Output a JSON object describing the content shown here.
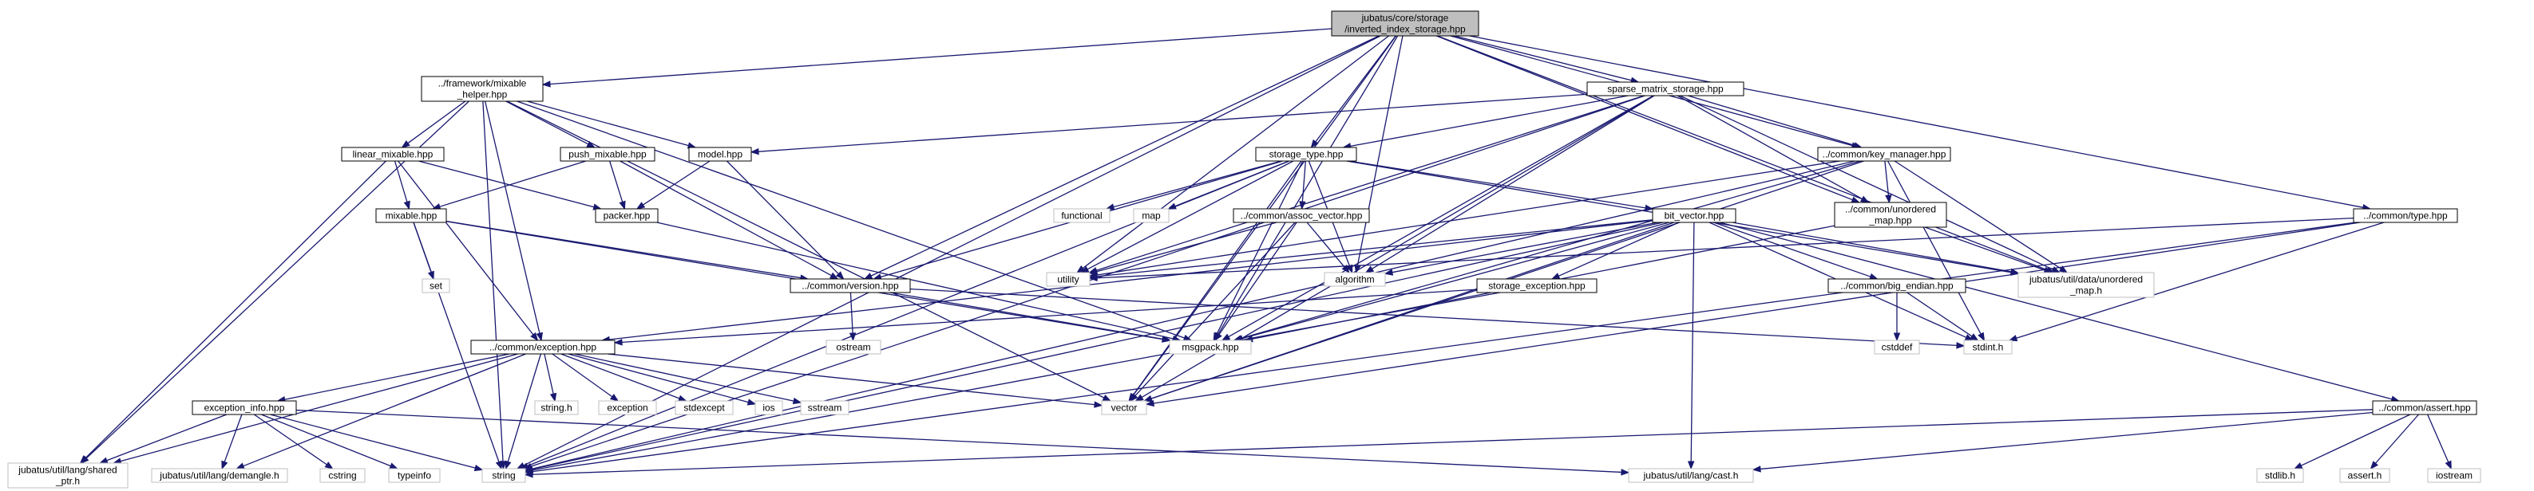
{
  "nodes": [
    {
      "id": "root",
      "lines": [
        "jubatus/core/storage",
        "/inverted_index_storage.hpp"
      ],
      "kind": "root"
    },
    {
      "id": "mixable_helper",
      "lines": [
        "../framework/mixable",
        "_helper.hpp"
      ],
      "kind": "file"
    },
    {
      "id": "sparse_matrix",
      "lines": [
        "sparse_matrix_storage.hpp"
      ],
      "kind": "file"
    },
    {
      "id": "linear_mixable",
      "lines": [
        "linear_mixable.hpp"
      ],
      "kind": "file"
    },
    {
      "id": "push_mixable",
      "lines": [
        "push_mixable.hpp"
      ],
      "kind": "file"
    },
    {
      "id": "model",
      "lines": [
        "model.hpp"
      ],
      "kind": "file"
    },
    {
      "id": "storage_type",
      "lines": [
        "storage_type.hpp"
      ],
      "kind": "file"
    },
    {
      "id": "key_manager",
      "lines": [
        "../common/key_manager.hpp"
      ],
      "kind": "file"
    },
    {
      "id": "common_type",
      "lines": [
        "../common/type.hpp"
      ],
      "kind": "file"
    },
    {
      "id": "mixable",
      "lines": [
        "mixable.hpp"
      ],
      "kind": "file"
    },
    {
      "id": "packer",
      "lines": [
        "packer.hpp"
      ],
      "kind": "file"
    },
    {
      "id": "functional",
      "lines": [
        "functional"
      ],
      "kind": "ext"
    },
    {
      "id": "map",
      "lines": [
        "map"
      ],
      "kind": "ext"
    },
    {
      "id": "assoc_vector",
      "lines": [
        "../common/assoc_vector.hpp"
      ],
      "kind": "file"
    },
    {
      "id": "unordered_map_hpp",
      "lines": [
        "../common/unordered",
        "_map.hpp"
      ],
      "kind": "file"
    },
    {
      "id": "bit_vector",
      "lines": [
        "bit_vector.hpp"
      ],
      "kind": "file"
    },
    {
      "id": "set",
      "lines": [
        "set"
      ],
      "kind": "ext"
    },
    {
      "id": "version",
      "lines": [
        "../common/version.hpp"
      ],
      "kind": "file"
    },
    {
      "id": "utility",
      "lines": [
        "utility"
      ],
      "kind": "ext"
    },
    {
      "id": "algorithm",
      "lines": [
        "algorithm"
      ],
      "kind": "ext"
    },
    {
      "id": "storage_exception",
      "lines": [
        "storage_exception.hpp"
      ],
      "kind": "file"
    },
    {
      "id": "big_endian",
      "lines": [
        "../common/big_endian.hpp"
      ],
      "kind": "file"
    },
    {
      "id": "data_unordered_map",
      "lines": [
        "jubatus/util/data/unordered",
        "_map.h"
      ],
      "kind": "ext"
    },
    {
      "id": "ostream",
      "lines": [
        "ostream"
      ],
      "kind": "ext"
    },
    {
      "id": "exception_hpp",
      "lines": [
        "../common/exception.hpp"
      ],
      "kind": "file"
    },
    {
      "id": "msgpack",
      "lines": [
        "msgpack.hpp"
      ],
      "kind": "ext"
    },
    {
      "id": "cstddef",
      "lines": [
        "cstddef"
      ],
      "kind": "ext"
    },
    {
      "id": "stdint",
      "lines": [
        "stdint.h"
      ],
      "kind": "ext"
    },
    {
      "id": "string_h",
      "lines": [
        "string.h"
      ],
      "kind": "ext"
    },
    {
      "id": "exception",
      "lines": [
        "exception"
      ],
      "kind": "ext"
    },
    {
      "id": "stdexcept",
      "lines": [
        "stdexcept"
      ],
      "kind": "ext"
    },
    {
      "id": "ios",
      "lines": [
        "ios"
      ],
      "kind": "ext"
    },
    {
      "id": "sstream",
      "lines": [
        "sstream"
      ],
      "kind": "ext"
    },
    {
      "id": "vector",
      "lines": [
        "vector"
      ],
      "kind": "ext"
    },
    {
      "id": "exception_info",
      "lines": [
        "exception_info.hpp"
      ],
      "kind": "file"
    },
    {
      "id": "assert_hpp",
      "lines": [
        "../common/assert.hpp"
      ],
      "kind": "file"
    },
    {
      "id": "shared_ptr",
      "lines": [
        "jubatus/util/lang/shared",
        "_ptr.h"
      ],
      "kind": "ext"
    },
    {
      "id": "demangle",
      "lines": [
        "jubatus/util/lang/demangle.h"
      ],
      "kind": "ext"
    },
    {
      "id": "cstring",
      "lines": [
        "cstring"
      ],
      "kind": "ext"
    },
    {
      "id": "typeinfo",
      "lines": [
        "typeinfo"
      ],
      "kind": "ext"
    },
    {
      "id": "string",
      "lines": [
        "string"
      ],
      "kind": "ext"
    },
    {
      "id": "cast",
      "lines": [
        "jubatus/util/lang/cast.h"
      ],
      "kind": "ext"
    },
    {
      "id": "stdlib",
      "lines": [
        "stdlib.h"
      ],
      "kind": "ext"
    },
    {
      "id": "assert_h",
      "lines": [
        "assert.h"
      ],
      "kind": "ext"
    },
    {
      "id": "iostream",
      "lines": [
        "iostream"
      ],
      "kind": "ext"
    }
  ],
  "edges": [
    [
      "root",
      "mixable_helper"
    ],
    [
      "root",
      "sparse_matrix"
    ],
    [
      "root",
      "storage_type"
    ],
    [
      "root",
      "key_manager"
    ],
    [
      "root",
      "common_type"
    ],
    [
      "root",
      "unordered_map_hpp"
    ],
    [
      "root",
      "version"
    ],
    [
      "root",
      "utility"
    ],
    [
      "root",
      "msgpack"
    ],
    [
      "root",
      "vector"
    ],
    [
      "root",
      "string"
    ],
    [
      "root",
      "data_unordered_map"
    ],
    [
      "root",
      "algorithm"
    ],
    [
      "mixable_helper",
      "linear_mixable"
    ],
    [
      "mixable_helper",
      "push_mixable"
    ],
    [
      "mixable_helper",
      "model"
    ],
    [
      "mixable_helper",
      "exception_hpp"
    ],
    [
      "mixable_helper",
      "shared_ptr"
    ],
    [
      "mixable_helper",
      "string"
    ],
    [
      "mixable_helper",
      "vector"
    ],
    [
      "mixable_helper",
      "msgpack"
    ],
    [
      "linear_mixable",
      "mixable"
    ],
    [
      "linear_mixable",
      "packer"
    ],
    [
      "linear_mixable",
      "shared_ptr"
    ],
    [
      "linear_mixable",
      "exception_hpp"
    ],
    [
      "push_mixable",
      "mixable"
    ],
    [
      "push_mixable",
      "packer"
    ],
    [
      "push_mixable",
      "version"
    ],
    [
      "model",
      "packer"
    ],
    [
      "model",
      "version"
    ],
    [
      "mixable",
      "version"
    ],
    [
      "mixable",
      "set"
    ],
    [
      "mixable",
      "string"
    ],
    [
      "mixable",
      "msgpack"
    ],
    [
      "packer",
      "msgpack"
    ],
    [
      "sparse_matrix",
      "storage_type"
    ],
    [
      "sparse_matrix",
      "key_manager"
    ],
    [
      "sparse_matrix",
      "unordered_map_hpp"
    ],
    [
      "sparse_matrix",
      "model"
    ],
    [
      "sparse_matrix",
      "data_unordered_map"
    ],
    [
      "sparse_matrix",
      "msgpack"
    ],
    [
      "sparse_matrix",
      "vector"
    ],
    [
      "sparse_matrix",
      "string"
    ],
    [
      "sparse_matrix",
      "utility"
    ],
    [
      "sparse_matrix",
      "algorithm"
    ],
    [
      "storage_type",
      "functional"
    ],
    [
      "storage_type",
      "map"
    ],
    [
      "storage_type",
      "assoc_vector"
    ],
    [
      "storage_type",
      "bit_vector"
    ],
    [
      "storage_type",
      "utility"
    ],
    [
      "storage_type",
      "version"
    ],
    [
      "storage_type",
      "msgpack"
    ],
    [
      "storage_type",
      "vector"
    ],
    [
      "storage_type",
      "string"
    ],
    [
      "storage_type",
      "data_unordered_map"
    ],
    [
      "storage_type",
      "algorithm"
    ],
    [
      "key_manager",
      "unordered_map_hpp"
    ],
    [
      "key_manager",
      "data_unordered_map"
    ],
    [
      "key_manager",
      "msgpack"
    ],
    [
      "key_manager",
      "string"
    ],
    [
      "key_manager",
      "vector"
    ],
    [
      "key_manager",
      "stdint"
    ],
    [
      "key_manager",
      "utility"
    ],
    [
      "common_type",
      "string"
    ],
    [
      "common_type",
      "vector"
    ],
    [
      "common_type",
      "utility"
    ],
    [
      "common_type",
      "stdint"
    ],
    [
      "assoc_vector",
      "utility"
    ],
    [
      "assoc_vector",
      "vector"
    ],
    [
      "assoc_vector",
      "algorithm"
    ],
    [
      "assoc_vector",
      "msgpack"
    ],
    [
      "unordered_map_hpp",
      "msgpack"
    ],
    [
      "unordered_map_hpp",
      "data_unordered_map"
    ],
    [
      "bit_vector",
      "storage_exception"
    ],
    [
      "bit_vector",
      "big_endian"
    ],
    [
      "bit_vector",
      "assert_hpp"
    ],
    [
      "bit_vector",
      "exception_hpp"
    ],
    [
      "bit_vector",
      "msgpack"
    ],
    [
      "bit_vector",
      "vector"
    ],
    [
      "bit_vector",
      "string"
    ],
    [
      "bit_vector",
      "stdint"
    ],
    [
      "bit_vector",
      "cast"
    ],
    [
      "bit_vector",
      "data_unordered_map"
    ],
    [
      "bit_vector",
      "algorithm"
    ],
    [
      "bit_vector",
      "utility"
    ],
    [
      "version",
      "ostream"
    ],
    [
      "version",
      "msgpack"
    ],
    [
      "version",
      "stdint"
    ],
    [
      "storage_exception",
      "exception_hpp"
    ],
    [
      "storage_exception",
      "string"
    ],
    [
      "big_endian",
      "cstddef"
    ],
    [
      "big_endian",
      "stdint"
    ],
    [
      "exception_hpp",
      "exception_info"
    ],
    [
      "exception_hpp",
      "string_h"
    ],
    [
      "exception_hpp",
      "exception"
    ],
    [
      "exception_hpp",
      "stdexcept"
    ],
    [
      "exception_hpp",
      "ios"
    ],
    [
      "exception_hpp",
      "sstream"
    ],
    [
      "exception_hpp",
      "vector"
    ],
    [
      "exception_hpp",
      "string"
    ],
    [
      "exception_hpp",
      "shared_ptr"
    ],
    [
      "exception_hpp",
      "demangle"
    ],
    [
      "exception_info",
      "shared_ptr"
    ],
    [
      "exception_info",
      "demangle"
    ],
    [
      "exception_info",
      "cstring"
    ],
    [
      "exception_info",
      "typeinfo"
    ],
    [
      "exception_info",
      "string"
    ],
    [
      "exception_info",
      "cast"
    ],
    [
      "assert_hpp",
      "stdlib"
    ],
    [
      "assert_hpp",
      "assert_h"
    ],
    [
      "assert_hpp",
      "iostream"
    ],
    [
      "assert_hpp",
      "cast"
    ],
    [
      "assert_hpp",
      "string"
    ]
  ]
}
